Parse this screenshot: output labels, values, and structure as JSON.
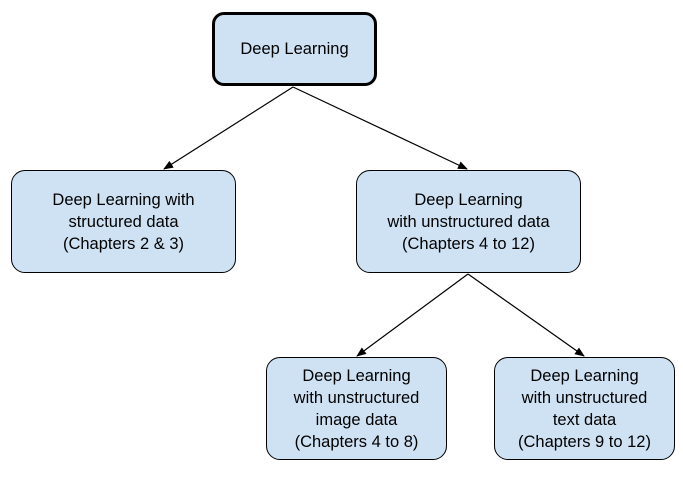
{
  "diagram": {
    "line_color": "#000000",
    "node_fill": "#cfe2f3",
    "nodes": {
      "root": {
        "lines": [
          "Deep Learning"
        ]
      },
      "structured": {
        "lines": [
          "Deep Learning with",
          "structured data",
          "(Chapters 2 & 3)"
        ]
      },
      "unstructured": {
        "lines": [
          "Deep Learning",
          "with unstructured data",
          "(Chapters 4 to 12)"
        ]
      },
      "image": {
        "lines": [
          "Deep Learning",
          "with unstructured",
          "image data",
          "(Chapters 4 to 8)"
        ]
      },
      "text": {
        "lines": [
          "Deep Learning",
          "with unstructured",
          "text data",
          "(Chapters 9 to 12)"
        ]
      }
    },
    "edges": [
      {
        "from": "root",
        "to": "structured"
      },
      {
        "from": "root",
        "to": "unstructured"
      },
      {
        "from": "unstructured",
        "to": "image"
      },
      {
        "from": "unstructured",
        "to": "text"
      }
    ]
  }
}
